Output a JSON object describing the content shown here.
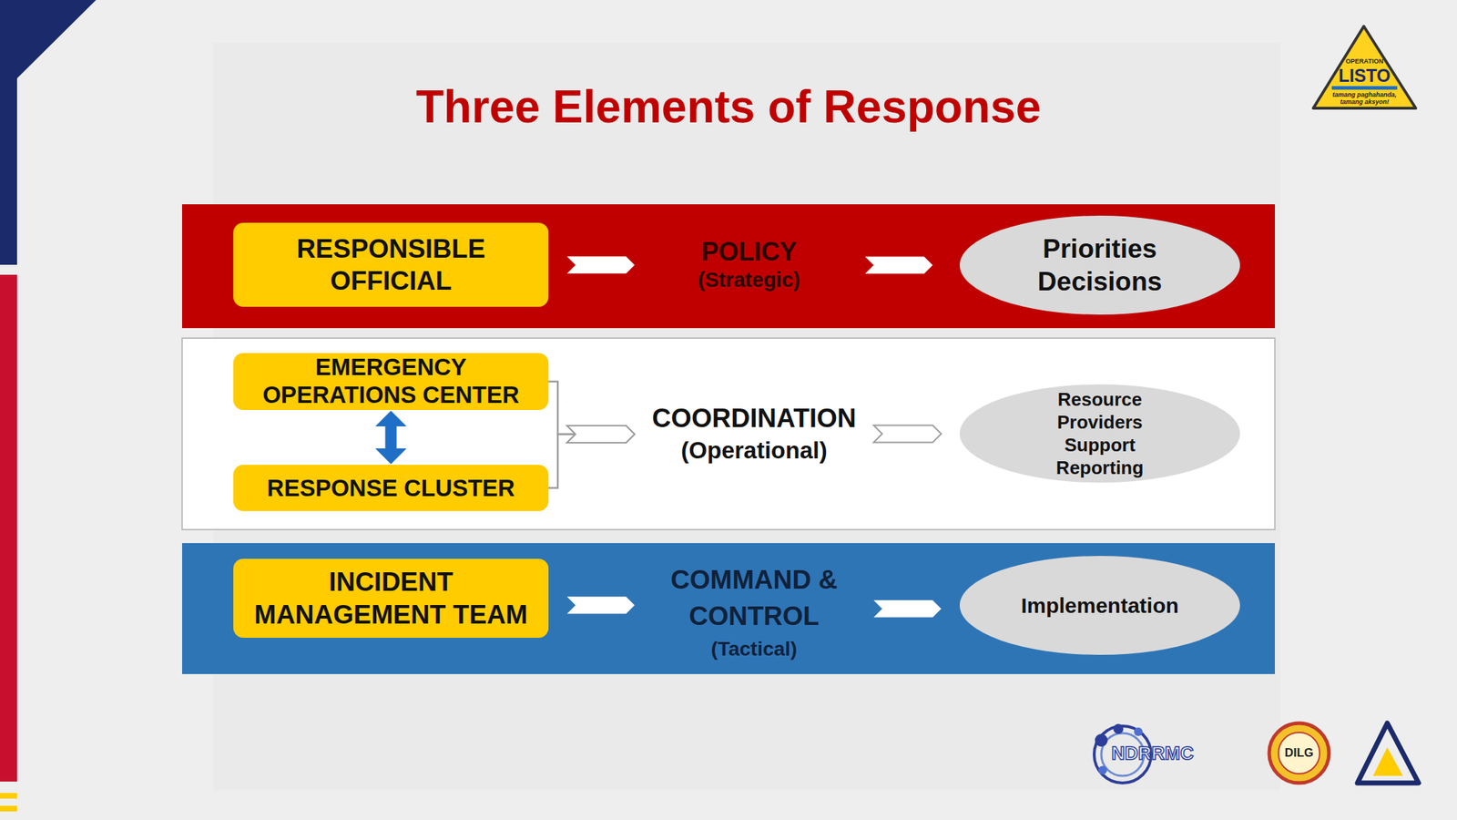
{
  "diagram": {
    "title": "Three Elements of Response",
    "nodes": [
      {
        "text": [
          "RESPONSIBLE OFFICIAL"
        ]
      },
      {
        "text": [
          "POLICY",
          "(Strategic)"
        ]
      },
      {
        "text": [
          "Priorities Decisions"
        ]
      },
      {
        "text": [
          "EMERGENCY OPERATIONS CENTER"
        ]
      },
      {
        "text": [
          "RESPONSE CLUSTER"
        ]
      },
      {
        "text": [
          "COORDINATION",
          "(Operational)"
        ]
      },
      {
        "text": [
          "Resource Providers Support Reporting"
        ]
      },
      {
        "text": [
          "INCIDENT MANAGEMENT TEAM"
        ]
      },
      {
        "text": [
          "COMMAND & CONTROL",
          "(Tactical)"
        ]
      },
      {
        "text": [
          "Implementation"
        ]
      }
    ],
    "edges": [
      {
        "from": 0,
        "to": 1,
        "arrow": "to"
      },
      {
        "from": 1,
        "to": 2,
        "arrow": "to"
      },
      {
        "from": 3,
        "to": 4,
        "arrow": "both"
      },
      {
        "from": 3,
        "to": 5,
        "arrow": "to"
      },
      {
        "from": 4,
        "to": 5,
        "arrow": "to"
      },
      {
        "from": 5,
        "to": 6,
        "arrow": "to"
      },
      {
        "from": 7,
        "to": 8,
        "arrow": "to"
      },
      {
        "from": 8,
        "to": 9,
        "arrow": "to"
      }
    ],
    "labels": [
      "OPERATION",
      "LISTO",
      "tamang paghahanda, tamang aksyon!",
      "NDRRMC",
      "DILG"
    ]
  }
}
